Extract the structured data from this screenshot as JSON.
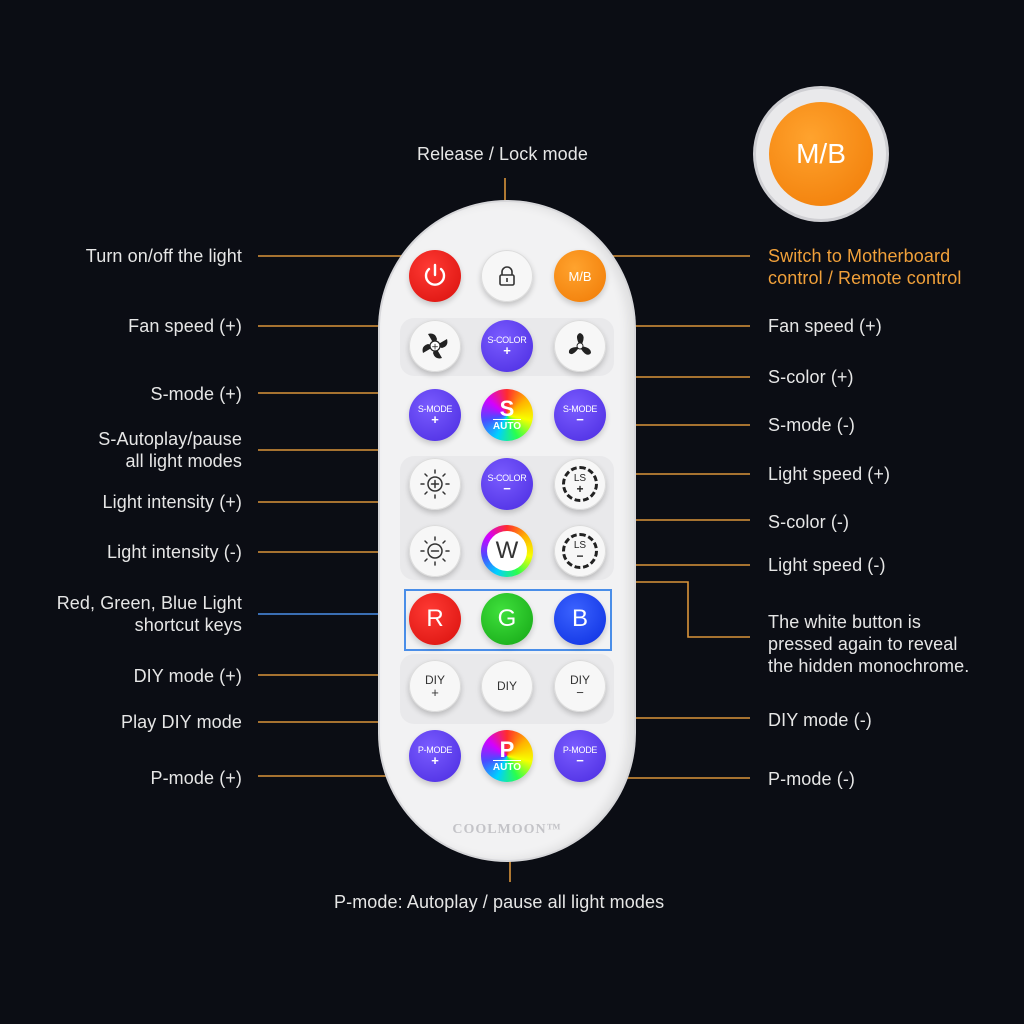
{
  "badge": {
    "label": "M/B"
  },
  "labels": {
    "release_lock": "Release / Lock mode",
    "power": "Turn on/off the light",
    "motherboard_1": "Switch to Motherboard",
    "motherboard_2": "control / Remote control",
    "fan_plus_left": "Fan speed (+)",
    "fan_plus_right": "Fan speed (+)",
    "s_color_plus": "S-color (+)",
    "s_mode_plus": "S-mode (+)",
    "s_mode_minus": "S-mode (-)",
    "s_autoplay_1": "S-Autoplay/pause",
    "s_autoplay_2": "all light modes",
    "light_speed_plus": "Light speed (+)",
    "light_intensity_plus": "Light intensity (+)",
    "s_color_minus": "S-color (-)",
    "light_intensity_minus": "Light intensity (-)",
    "light_speed_minus": "Light speed (-)",
    "rgb_1": "Red, Green, Blue Light",
    "rgb_2": "shortcut keys",
    "white_1": "The white button is",
    "white_2": "pressed again to reveal",
    "white_3": "the hidden monochrome.",
    "diy_plus": "DIY mode (+)",
    "diy_minus": "DIY mode (-)",
    "play_diy": "Play DIY mode",
    "p_mode_plus": "P-mode (+)",
    "p_mode_minus": "P-mode (-)",
    "p_autoplay": "P-mode: Autoplay / pause all light modes"
  },
  "buttons": {
    "mb": "M/B",
    "s_color": "S-COLOR",
    "s_mode": "S-MODE",
    "s_letter": "S",
    "auto": "AUTO",
    "ls": "LS",
    "w": "W",
    "r": "R",
    "g": "G",
    "b": "B",
    "diy": "DIY",
    "p_mode": "P-MODE",
    "p_letter": "P",
    "plus": "+",
    "minus": "−"
  },
  "brand": "COOLMOON™",
  "colors": {
    "background": "#0b0d14",
    "leader_line": "#d9933a",
    "rgb_leader": "#4a8ee8",
    "accent_orange": "#f0a03a",
    "purple": "#5a3cf0",
    "red": "#e8130f",
    "green": "#1fb81c",
    "blue": "#1437f0"
  }
}
